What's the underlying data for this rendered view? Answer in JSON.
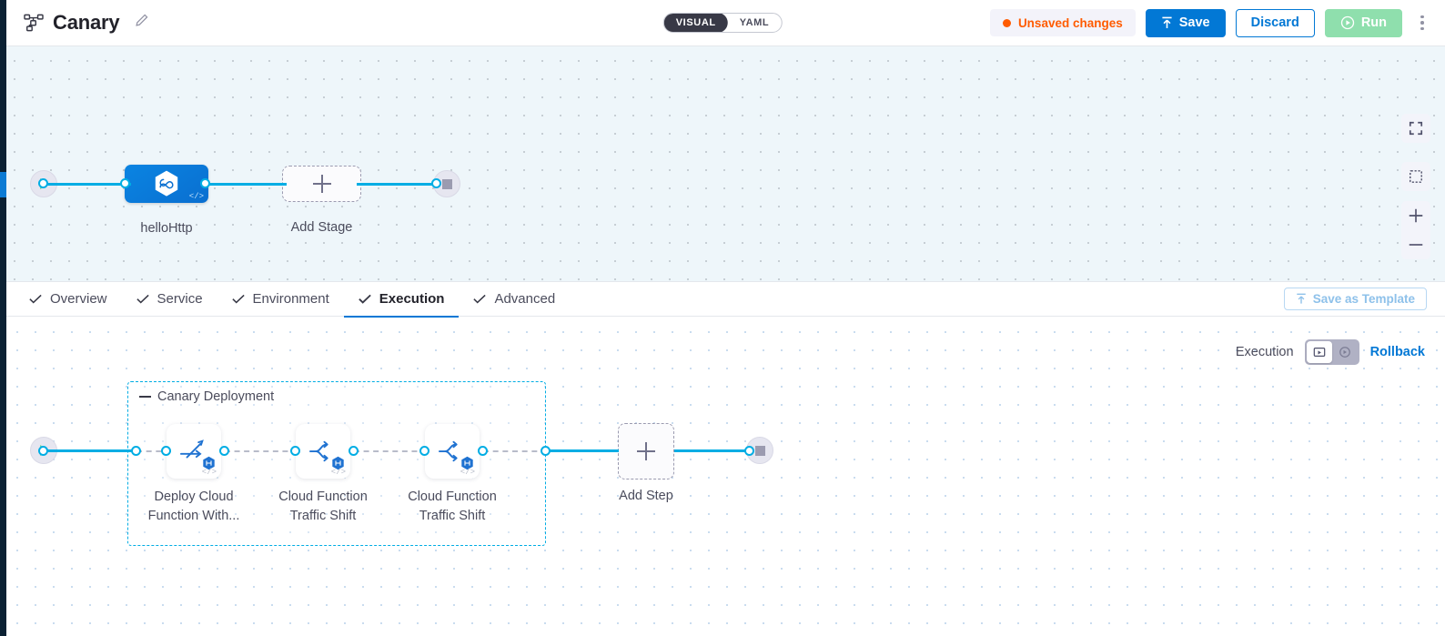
{
  "header": {
    "pipeline_icon": "pipeline-icon",
    "title": "Canary",
    "edit_icon": "pencil-icon",
    "view_toggle": {
      "options": [
        "VISUAL",
        "YAML"
      ],
      "selected": "VISUAL"
    },
    "unsaved_label": "Unsaved changes",
    "save_label": "Save",
    "discard_label": "Discard",
    "run_label": "Run",
    "more_icon": "kebab-menu-icon"
  },
  "colors": {
    "accent_blue": "#0278d5",
    "edge_blue": "#00ade4",
    "orange": "#ff5b00",
    "run_green": "#8fdfad",
    "rail_dark": "#0b2133"
  },
  "stage_canvas": {
    "start_icon": "play-icon",
    "end_icon": "stop-icon",
    "stage": {
      "label": "helloHttp",
      "icon": "harness-hexagon-icon",
      "code_glyph": "</>"
    },
    "add_stage": {
      "label": "Add Stage",
      "icon": "plus-icon"
    },
    "controls": [
      {
        "name": "fullscreen-icon",
        "label": ""
      },
      {
        "name": "fit-to-screen-icon",
        "label": ""
      },
      {
        "name": "zoom-in-icon",
        "label": "+"
      },
      {
        "name": "zoom-out-icon",
        "label": "−"
      }
    ]
  },
  "tabs": {
    "items": [
      {
        "label": "Overview",
        "active": false
      },
      {
        "label": "Service",
        "active": false
      },
      {
        "label": "Environment",
        "active": false
      },
      {
        "label": "Execution",
        "active": true
      },
      {
        "label": "Advanced",
        "active": false
      }
    ],
    "save_template_label": "Save as Template",
    "save_template_icon": "template-icon"
  },
  "execution_bar": {
    "label": "Execution",
    "toggle": [
      {
        "name": "execution-view-icon",
        "active": true
      },
      {
        "name": "rollback-view-icon",
        "active": false
      }
    ],
    "rollback_label": "Rollback"
  },
  "execution_canvas": {
    "start_icon": "play-icon",
    "end_icon": "stop-icon",
    "group": {
      "title": "Canary Deployment"
    },
    "steps": [
      {
        "label_line1": "Deploy Cloud",
        "label_line2": "Function With...",
        "icon": "deploy-cloud-function-icon",
        "badge": "harness-hex-badge",
        "code_glyph": "</>"
      },
      {
        "label_line1": "Cloud Function",
        "label_line2": "Traffic Shift",
        "icon": "traffic-shift-icon",
        "badge": "harness-hex-badge",
        "code_glyph": "</>"
      },
      {
        "label_line1": "Cloud Function",
        "label_line2": "Traffic Shift",
        "icon": "traffic-shift-icon",
        "badge": "harness-hex-badge",
        "code_glyph": "</>"
      }
    ],
    "add_step": {
      "label": "Add Step",
      "icon": "plus-icon"
    }
  }
}
